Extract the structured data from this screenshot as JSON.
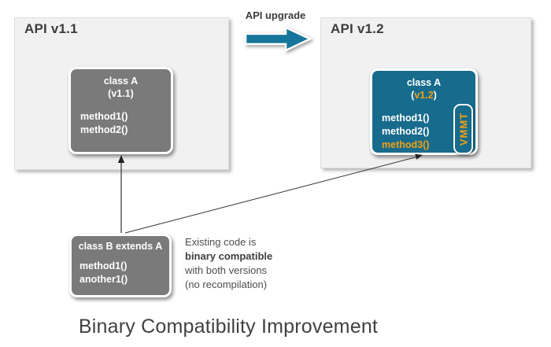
{
  "diagram": {
    "title": "Binary Compatibility Improvement"
  },
  "upgrade": {
    "label": "API upgrade",
    "arrow_color": "#16759a"
  },
  "panels": {
    "v11": {
      "title": "API v1.1",
      "class_a": {
        "name": "class A",
        "version": "(v1.1)",
        "methods": [
          "method1()",
          "method2()"
        ]
      }
    },
    "v12": {
      "title": "API v1.2",
      "class_a": {
        "name": "class A",
        "version_open": "(",
        "version": "v1.2",
        "version_close": ")",
        "methods": [
          "method1()",
          "method2()",
          "method3()"
        ],
        "vmmt": "VMMT"
      }
    }
  },
  "class_b": {
    "name": "class B extends A",
    "methods": [
      "method1()",
      "another1()"
    ]
  },
  "note": {
    "lines": [
      "Existing code is",
      "binary compatible",
      "with both versions",
      "(no recompilation)"
    ]
  },
  "colors": {
    "panel_bg": "#f1f1f1",
    "gray_box": "#7a7a7a",
    "teal_box": "#176b8c",
    "orange": "#f2a012",
    "text_dark": "#3d3d3d"
  }
}
